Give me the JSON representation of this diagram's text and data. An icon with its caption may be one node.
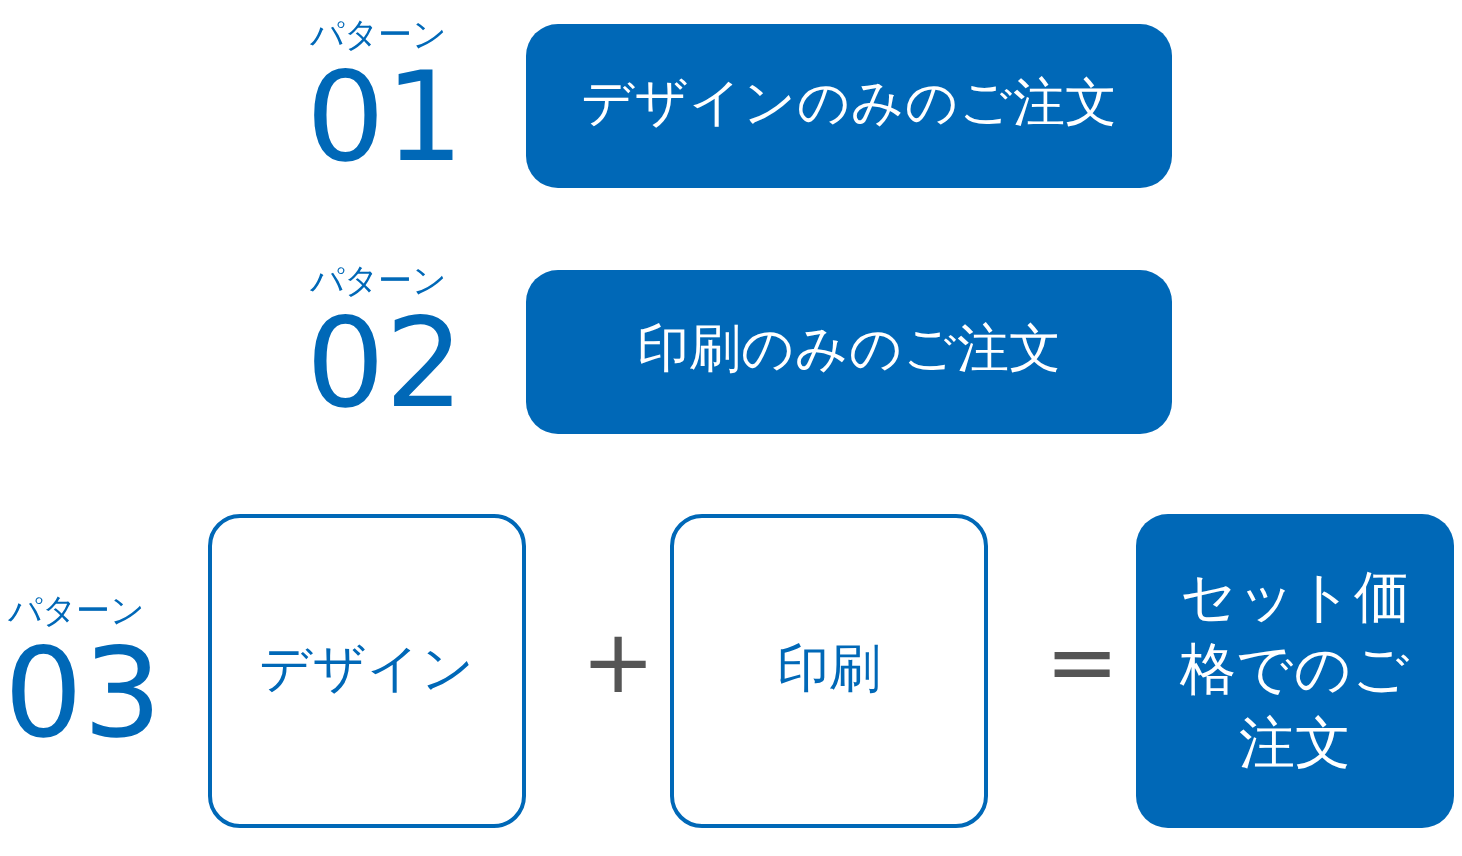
{
  "diagram": {
    "nodes": [
      {
        "text": [
          "デザインのみのご注文"
        ]
      },
      {
        "text": [
          "印刷のみのご注文"
        ]
      },
      {
        "text": [
          "デザイン"
        ]
      },
      {
        "text": [
          "印刷"
        ]
      },
      {
        "text": [
          "セット価格でのご注文"
        ]
      }
    ],
    "labels": [
      "パターン",
      "01",
      "パターン",
      "02",
      "パターン",
      "03",
      "+",
      "="
    ]
  }
}
